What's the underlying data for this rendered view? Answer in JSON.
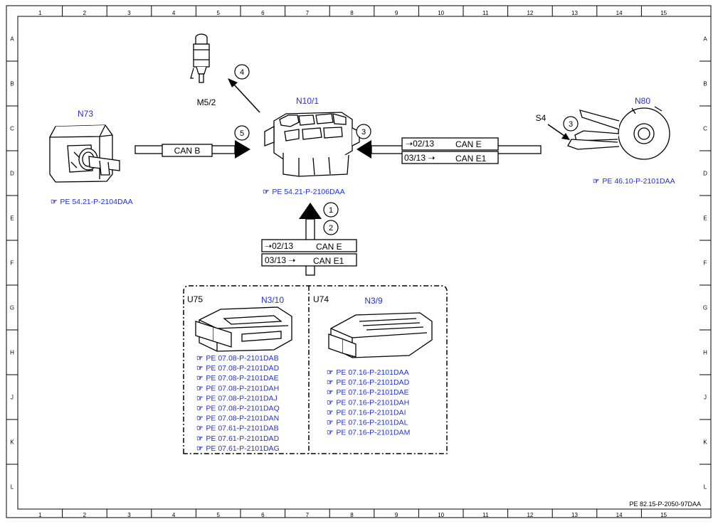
{
  "grid": {
    "cols": [
      "1",
      "2",
      "3",
      "4",
      "5",
      "6",
      "7",
      "8",
      "9",
      "10",
      "11",
      "12",
      "13",
      "14",
      "15"
    ],
    "rows": [
      "A",
      "B",
      "C",
      "D",
      "E",
      "F",
      "G",
      "H",
      "J",
      "K",
      "L"
    ]
  },
  "components": {
    "n10_1": {
      "label": "N10/1",
      "ref": "PE 54.21-P-2106DAA"
    },
    "n73": {
      "label": "N73",
      "ref": "PE 54.21-P-2104DAA"
    },
    "m5_2": {
      "label": "M5/2"
    },
    "n80": {
      "label": "N80",
      "ref": "PE 46.10-P-2101DAA"
    },
    "s4": {
      "label": "S4"
    },
    "u75": {
      "label": "U75",
      "device": "N3/10",
      "refs": [
        "PE 07.08-P-2101DAB",
        "PE 07.08-P-2101DAD",
        "PE 07.08-P-2101DAE",
        "PE 07.08-P-2101DAH",
        "PE 07.08-P-2101DAJ",
        "PE 07.08-P-2101DAQ",
        "PE 07.08-P-2101DAN",
        "PE 07.61-P-2101DAB",
        "PE 07.61-P-2101DAD",
        "PE 07.61-P-2101DAG"
      ]
    },
    "u74": {
      "label": "U74",
      "device": "N3/9",
      "refs": [
        "PE 07.16-P-2101DAA",
        "PE 07.16-P-2101DAD",
        "PE 07.16-P-2101DAE",
        "PE 07.16-P-2101DAH",
        "PE 07.16-P-2101DAI",
        "PE 07.16-P-2101DAL",
        "PE 07.16-P-2101DAM"
      ]
    }
  },
  "signals": {
    "can_b": "CAN B",
    "right_row1_date": "02/13",
    "right_row1_bus": "CAN E",
    "right_row2_date": "03/13",
    "right_row2_bus": "CAN E1",
    "bottom_row1_date": "02/13",
    "bottom_row1_bus": "CAN E",
    "bottom_row2_date": "03/13",
    "bottom_row2_bus": "CAN E1"
  },
  "callouts": {
    "c1": "1",
    "c2": "2",
    "c3": "3",
    "c3b": "3",
    "c4": "4",
    "c5": "5"
  },
  "footer": {
    "doc_id": "PE 82.15-P-2050-97DAA"
  },
  "colors": {
    "accent": "#2233cc",
    "line": "#000000"
  }
}
